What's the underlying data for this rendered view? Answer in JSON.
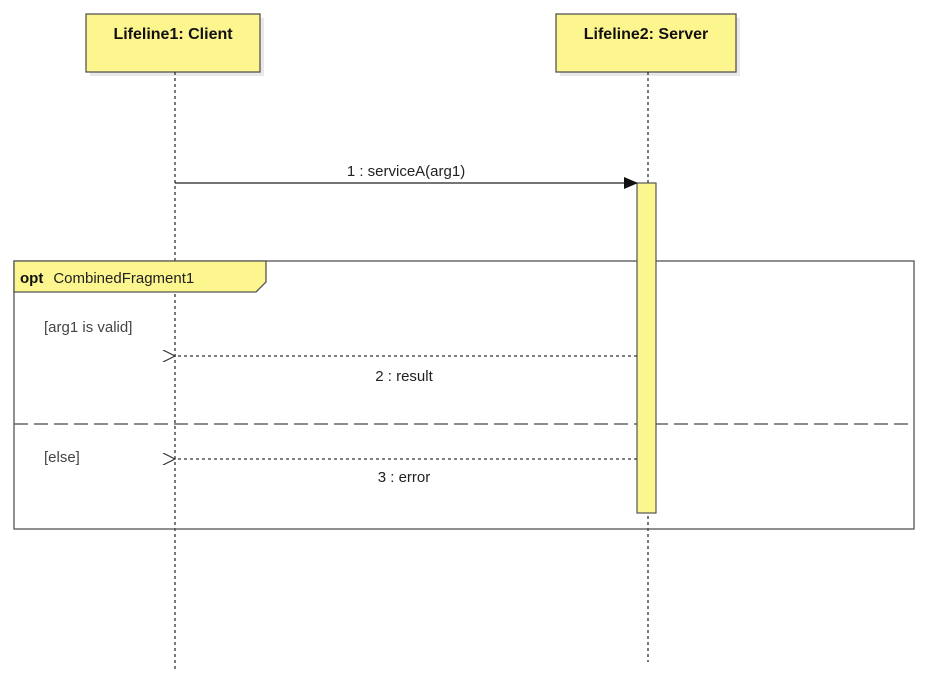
{
  "lifelines": [
    {
      "title": "Lifeline1: Client"
    },
    {
      "title": "Lifeline2: Server"
    }
  ],
  "messages": [
    {
      "label": "1 : serviceA(arg1)",
      "kind": "synchronous-call"
    },
    {
      "label": "2 : result",
      "kind": "reply"
    },
    {
      "label": "3 : error",
      "kind": "reply"
    }
  ],
  "fragment": {
    "operator": "opt",
    "name": "CombinedFragment1",
    "operands": [
      {
        "guard": "[arg1 is valid]"
      },
      {
        "guard": "[else]"
      }
    ]
  },
  "colors": {
    "box_fill": "#fdf58e",
    "box_stroke": "#555555",
    "shadow": "#e9e9e9",
    "line": "#222222",
    "fragment_stroke": "#555555"
  }
}
